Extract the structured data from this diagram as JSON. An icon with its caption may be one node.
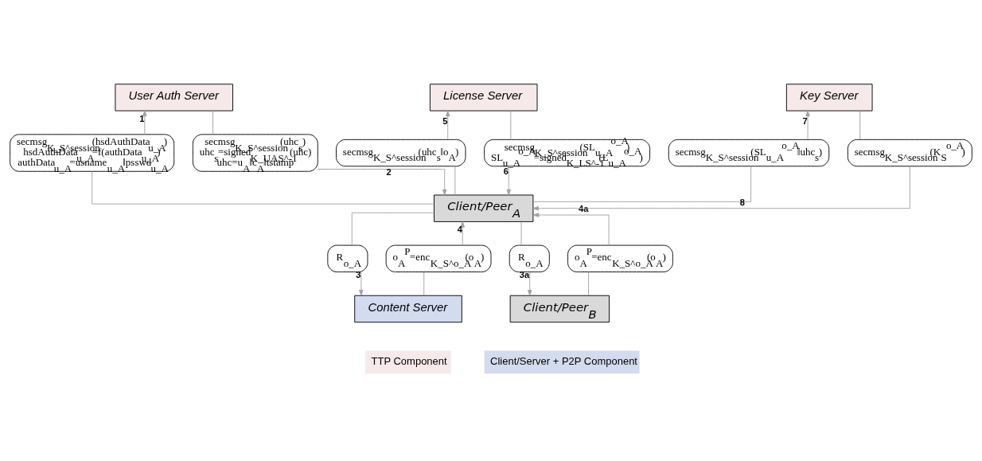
{
  "diagram": {
    "nodes": [
      {
        "text": [
          "User Auth Server"
        ]
      },
      {
        "text": [
          "License Server"
        ]
      },
      {
        "text": [
          "Key Server"
        ]
      },
      {
        "text": [
          "Client/Peer$_{A}$"
        ]
      },
      {
        "text": [
          "Content Server"
        ]
      },
      {
        "text": [
          "Client/Peer$_{B}$"
        ]
      },
      {
        "text": [
          "secmsg$_{K_S^session}$(hsdAuthData$_{u_A}$)",
          "hsdAuthData$_{u_A}$=f(authData$_{u_A}$)",
          "authData$_{u_A}$=usname$_{u_A}$‖psswd$_{u_A}$"
        ]
      },
      {
        "text": [
          "secmsg$_{K_S^session}$(uhc$_{s}$)",
          "uhc$_{s}$=signed$_{K_UAS^-1}$(uhc)",
          "uhc=u$_{A}$‖c$_{A}$‖tstamp"
        ]
      },
      {
        "text": [
          "secmsg$_{K_S^session}$(uhc$_{s}$‖o$_{A}$)"
        ]
      },
      {
        "text": [
          "secmsg$_{K_S^session}$(SL$_{u_A}$$^{o_A}$)",
          "SL$_{u_A}$$^{o_A}$=signed$_{K_LS^-1}$(L$_{u_A}$$^{o_A}$)"
        ]
      },
      {
        "text": [
          "secmsg$_{K_S^session}$(SL$_{u_A}$$^{o_A}$‖uhc$_{s}$)"
        ]
      },
      {
        "text": [
          "secmsg$_{K_S^session}$(K$_{S}$$^{o_A}$)"
        ]
      },
      {
        "text": [
          "R$_{o_A}$"
        ]
      },
      {
        "text": [
          "o$_{A}$$^{P}$=enc$_{K_S^o_A}$(o$_{A}$)"
        ]
      },
      {
        "text": [
          "R$_{o_A}$"
        ]
      },
      {
        "text": [
          "o$_{A}$$^{P}$=enc$_{K_S^o_A}$(o$_{A}$)"
        ]
      }
    ],
    "edges": [
      {
        "from": 3,
        "to": 6,
        "arrow": "none"
      },
      {
        "from": 6,
        "to": 0,
        "arrow": "to",
        "label": "1"
      },
      {
        "from": 0,
        "to": 7,
        "arrow": "none"
      },
      {
        "from": 7,
        "to": 3,
        "arrow": "to",
        "label": "2"
      },
      {
        "from": 3,
        "to": 8,
        "arrow": "none"
      },
      {
        "from": 8,
        "to": 1,
        "arrow": "to",
        "label": "5"
      },
      {
        "from": 1,
        "to": 9,
        "arrow": "none"
      },
      {
        "from": 9,
        "to": 3,
        "arrow": "to",
        "label": "6"
      },
      {
        "from": 3,
        "to": 10,
        "arrow": "none"
      },
      {
        "from": 10,
        "to": 2,
        "arrow": "to",
        "label": "7"
      },
      {
        "from": 2,
        "to": 11,
        "arrow": "none"
      },
      {
        "from": 11,
        "to": 3,
        "arrow": "to",
        "label": "8"
      },
      {
        "from": 3,
        "to": 12,
        "arrow": "none"
      },
      {
        "from": 12,
        "to": 4,
        "arrow": "to",
        "label": "3"
      },
      {
        "from": 4,
        "to": 13,
        "arrow": "none"
      },
      {
        "from": 13,
        "to": 3,
        "arrow": "to",
        "label": "4"
      },
      {
        "from": 3,
        "to": 14,
        "arrow": "none"
      },
      {
        "from": 14,
        "to": 5,
        "arrow": "to",
        "label": "3a"
      },
      {
        "from": 5,
        "to": 15,
        "arrow": "none"
      },
      {
        "from": 15,
        "to": 3,
        "arrow": "to",
        "label": "4a"
      }
    ],
    "legend": [
      {
        "text": "TTP Component",
        "color": "#f6e9e9"
      },
      {
        "text": "Client/Server + P2P Component",
        "color": "#d3dbee"
      }
    ]
  }
}
